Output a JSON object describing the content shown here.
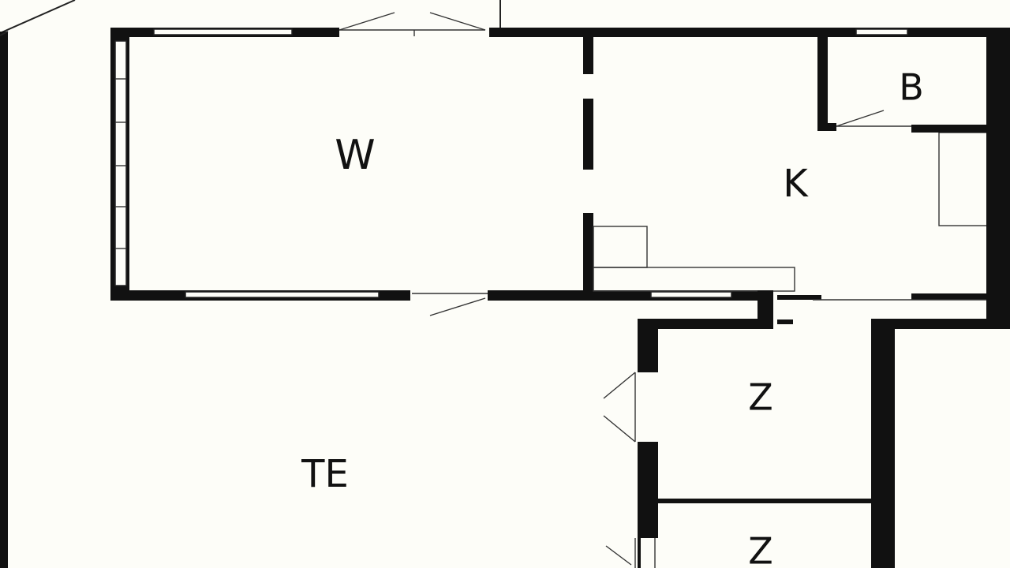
{
  "plan": {
    "rooms": {
      "w": {
        "label": "W"
      },
      "k": {
        "label": "K"
      },
      "b": {
        "label": "B"
      },
      "te": {
        "label": "TE"
      },
      "z1": {
        "label": "Z"
      },
      "z2": {
        "label": "Z"
      }
    },
    "colors": {
      "wall": "#111111",
      "background": "#fdfdf8"
    }
  }
}
